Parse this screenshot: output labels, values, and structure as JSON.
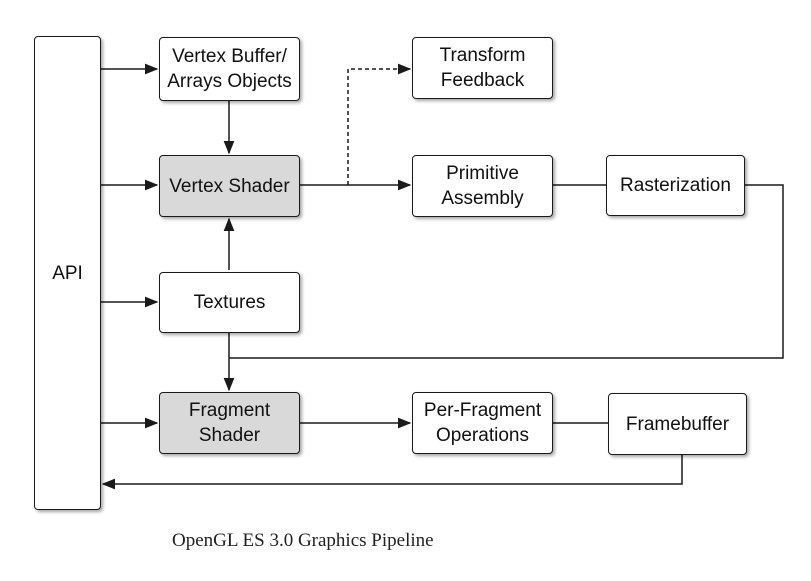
{
  "diagram": {
    "nodes": {
      "api": "API",
      "vertex_buffer": "Vertex Buffer/\nArrays Objects",
      "vertex_shader": "Vertex Shader",
      "textures": "Textures",
      "fragment_shader": "Fragment\nShader",
      "transform_feedback": "Transform\nFeedback",
      "primitive_assembly": "Primitive\nAssembly",
      "rasterization": "Rasterization",
      "per_fragment_operations": "Per-Fragment\nOperations",
      "framebuffer": "Framebuffer"
    },
    "caption": "OpenGL ES 3.0 Graphics Pipeline"
  },
  "colors": {
    "stroke": "#1a1a1a",
    "shaded_fill": "#d9d9d9",
    "box_fill": "#ffffff"
  }
}
